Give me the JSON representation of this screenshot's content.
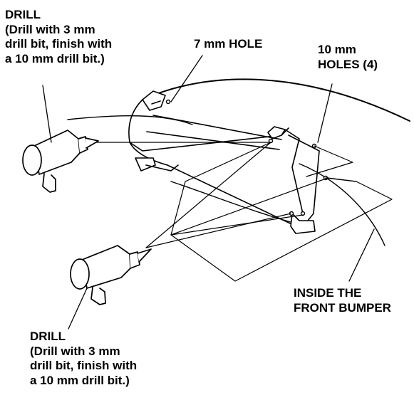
{
  "labels": {
    "drill_top": {
      "title": "DRILL",
      "line1": "(Drill with 3 mm",
      "line2": "drill bit, finish with",
      "line3": "a 10 mm drill bit.)"
    },
    "hole_7mm": "7 mm HOLE",
    "holes_10mm": {
      "line1": "10 mm",
      "line2": "HOLES (4)"
    },
    "inside_bumper": {
      "line1": "INSIDE  THE",
      "line2": "FRONT BUMPER"
    },
    "drill_bottom": {
      "title": "DRILL",
      "line1": "(Drill with 3 mm",
      "line2": "drill bit, finish with",
      "line3": "a 10 mm drill bit.)"
    }
  },
  "colors": {
    "ink": "#000000",
    "paper": "#ffffff"
  }
}
